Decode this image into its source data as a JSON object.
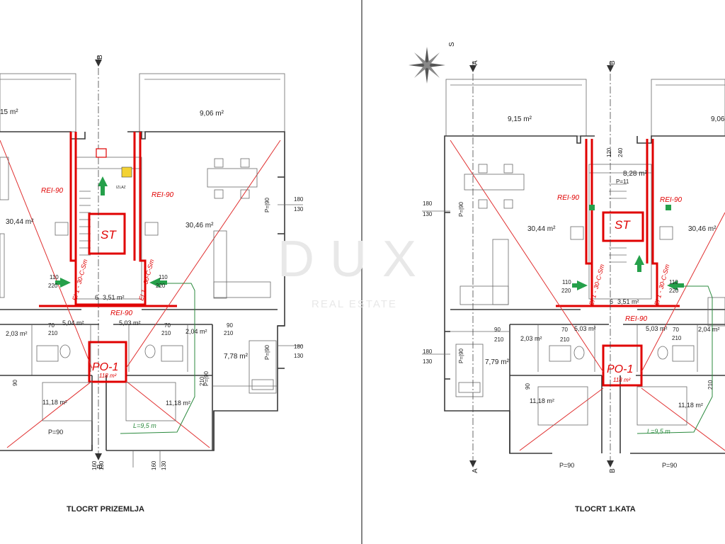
{
  "plans": [
    {
      "title": "TLOCRT PRIZEMLJA",
      "section_letter": "B",
      "terrace_areas": [
        "15 m²",
        "9,06 m²"
      ],
      "living_areas": [
        "30,44 m²",
        "30,46 m²"
      ],
      "hall_area": "3,51 m²",
      "bath_areas": [
        "5,04 m²",
        "5,03 m²"
      ],
      "wc_areas": [
        "2,03 m²",
        "2,04 m²"
      ],
      "bedroom_areas": [
        "11,18 m²",
        "11,18 m²"
      ],
      "side_room_area": "7,78 m²",
      "staircase_label": "ST",
      "fire_wall_labels": [
        "REI-90",
        "REI-90",
        "REI-90"
      ],
      "door_labels": [
        "EI 1 - 30-C-Sm",
        "EI 1 - 30-C-Sm"
      ],
      "fire_zone": {
        "name": "PO-1",
        "area": "118 m²"
      },
      "escape_length": "L=9,5 m",
      "window_dims": [
        [
          "180",
          "130"
        ],
        [
          "180",
          "130"
        ],
        [
          "160",
          "130"
        ],
        [
          "160",
          "130"
        ]
      ],
      "parapet": [
        "P=|90",
        "P=|90",
        "P=90",
        "P=|90"
      ],
      "door_dims": [
        [
          "110",
          "220"
        ],
        [
          "110",
          "220"
        ],
        [
          "70",
          "210"
        ],
        [
          "70",
          "210"
        ],
        [
          "90",
          "210"
        ],
        [
          "90",
          "210"
        ]
      ],
      "hall_number": "6",
      "exit_sign_text": "IZLAZ"
    },
    {
      "title": "TLOCRT 1.KATA",
      "section_letters": [
        "A",
        "B"
      ],
      "north_label": "S",
      "terrace_areas": [
        "9,15 m²",
        "9,06"
      ],
      "living_areas": [
        "30,44 m²",
        "30,46 m²"
      ],
      "stair_landing_area": "8,28 m²",
      "hall_area": "3,51 m²",
      "bath_areas": [
        "5,03 m²",
        "5,03 m²"
      ],
      "wc_areas": [
        "2,03 m²",
        "2,04 m²"
      ],
      "bedroom_areas": [
        "11,18 m²",
        "11,18 m²"
      ],
      "side_room_area": "7,79 m²",
      "staircase_label": "ST",
      "fire_wall_labels": [
        "REI-90",
        "REI-90",
        "REI-90"
      ],
      "door_labels": [
        "EI 1 - 30-C-Sm",
        "EI 1 - 30-C-Sm"
      ],
      "fire_zone": {
        "name": "PO-1",
        "area": "118 m²"
      },
      "escape_length": "L=9,5 m",
      "window_dims": [
        [
          "180",
          "130"
        ],
        [
          "180",
          "130"
        ]
      ],
      "stair_dims": [
        "120",
        "240",
        "P=11"
      ],
      "parapet": [
        "P=|90",
        "P=|90",
        "P=90",
        "P=90"
      ],
      "door_dims": [
        [
          "110",
          "220"
        ],
        [
          "110",
          "220"
        ],
        [
          "70",
          "210"
        ],
        [
          "70",
          "210"
        ],
        [
          "90",
          "210"
        ],
        [
          "90",
          "210"
        ]
      ],
      "hall_number": "6"
    }
  ],
  "watermark": {
    "brand": "DUX",
    "sub": "REAL ESTATE"
  },
  "colors": {
    "fire": "#e00000",
    "wall": "#3a3a3a",
    "green": "#25a04a"
  }
}
